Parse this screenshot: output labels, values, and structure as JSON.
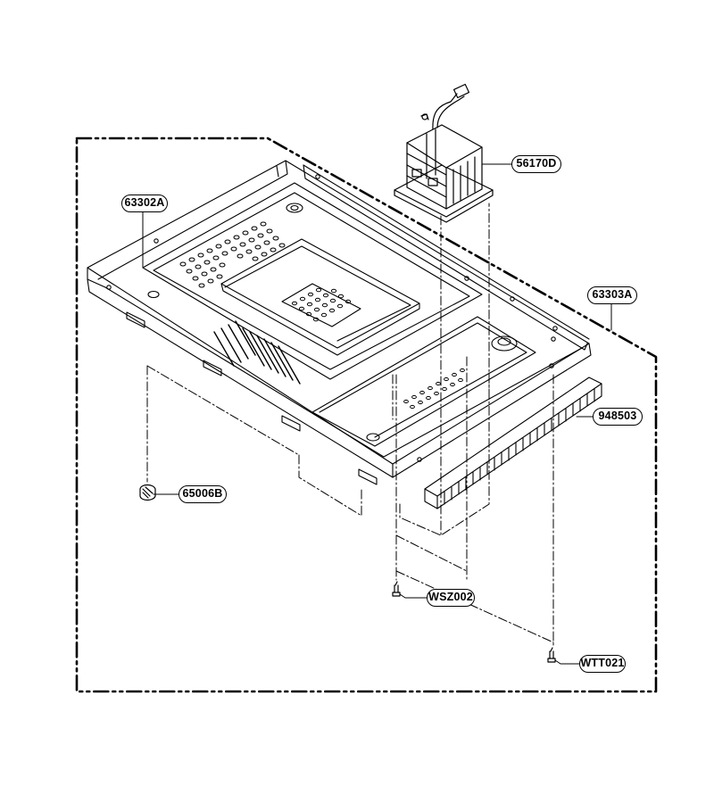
{
  "diagram": {
    "parts": [
      {
        "key": "cavity_plate",
        "label": "63302A"
      },
      {
        "key": "transformer",
        "label": "56170D"
      },
      {
        "key": "base_plate",
        "label": "63303A"
      },
      {
        "key": "cushion_strip",
        "label": "948503"
      },
      {
        "key": "rubber_foot",
        "label": "65006B"
      },
      {
        "key": "screw_wsz",
        "label": "WSZ002"
      },
      {
        "key": "screw_wtt",
        "label": "WTT021"
      }
    ]
  }
}
